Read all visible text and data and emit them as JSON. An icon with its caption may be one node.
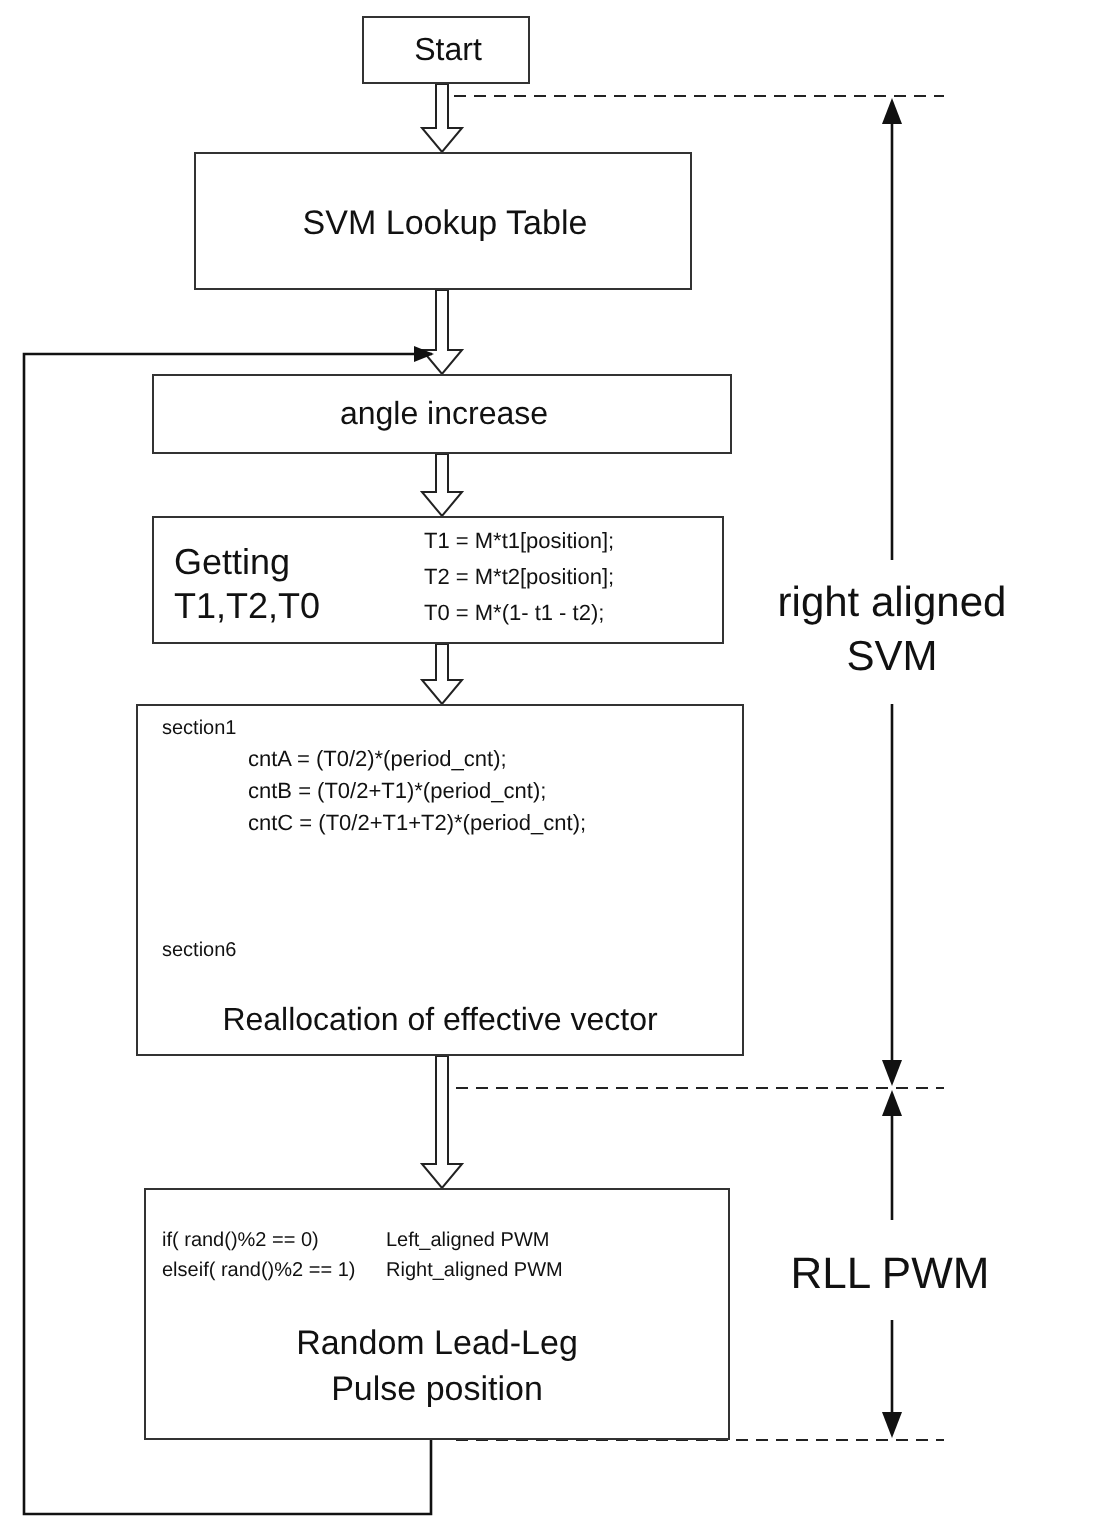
{
  "diagram": {
    "nodes": [
      {
        "text": [
          "Start"
        ]
      },
      {
        "text": [
          "SVM  Lookup Table"
        ]
      },
      {
        "text": [
          "angle increase"
        ]
      },
      {
        "text": [
          "Getting T1,T2,T0",
          "T1 = M*t1[position];",
          "T2 = M*t2[position];",
          "T0 = M*(1- t1 - t2);"
        ]
      },
      {
        "text": [
          "section1",
          "cntA = (T0/2)*(period_cnt);",
          "cntB = (T0/2+T1)*(period_cnt);",
          "cntC = (T0/2+T1+T2)*(period_cnt);",
          "section6",
          "Reallocation of effective vector"
        ]
      },
      {
        "text": [
          "if( rand()%2 == 0)",
          "Left_aligned  PWM",
          "elseif( rand()%2 == 1)",
          "Right_aligned PWM",
          "Random Lead-Leg Pulse position"
        ]
      }
    ],
    "edges": [
      {
        "from": 0,
        "to": 1,
        "arrow": "to"
      },
      {
        "from": 1,
        "to": 2,
        "arrow": "to"
      },
      {
        "from": 2,
        "to": 3,
        "arrow": "to"
      },
      {
        "from": 3,
        "to": 4,
        "arrow": "to"
      },
      {
        "from": 4,
        "to": 5,
        "arrow": "to"
      },
      {
        "from": 5,
        "to": 2,
        "arrow": "to"
      }
    ],
    "labels": [
      "right aligned SVM",
      "RLL PWM"
    ]
  }
}
